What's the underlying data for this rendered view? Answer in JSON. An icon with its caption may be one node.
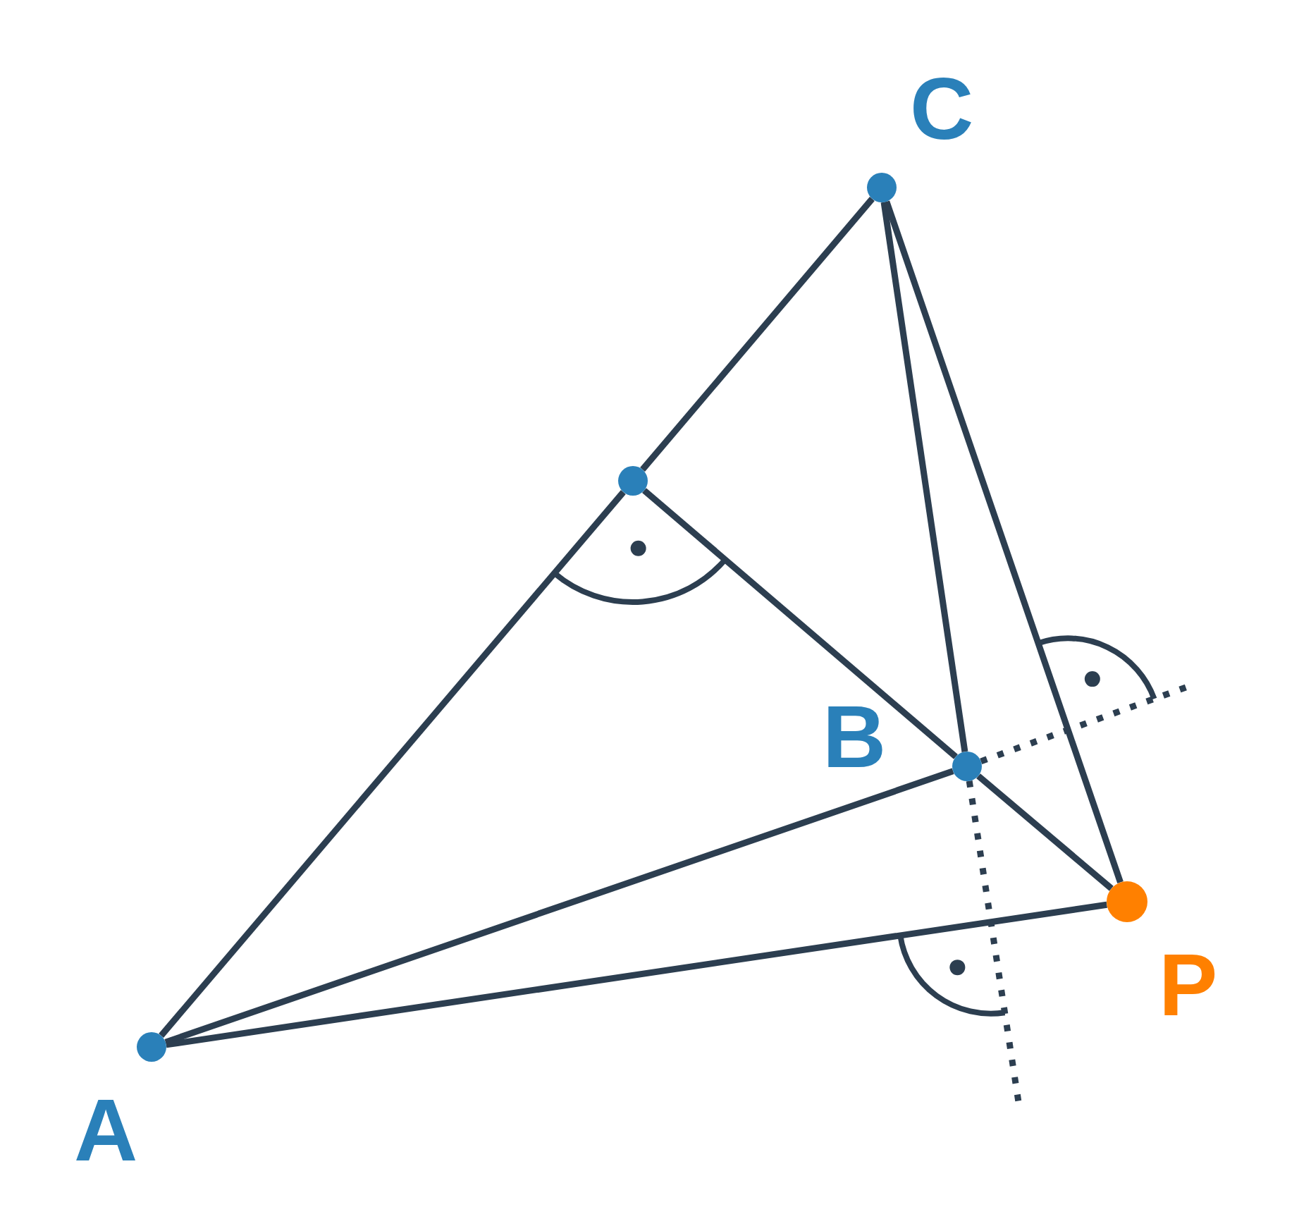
{
  "diagram": {
    "nodes": [
      {
        "text": [
          "A"
        ]
      },
      {
        "text": [
          "C"
        ]
      },
      {
        "text": [
          "B"
        ]
      },
      {
        "text": [
          "P"
        ]
      },
      {
        "text": [],
        "shape": "circle"
      }
    ],
    "edges": [
      {
        "from": 0,
        "to": 4,
        "arrow": "none"
      },
      {
        "from": 4,
        "to": 1,
        "arrow": "none"
      },
      {
        "from": 4,
        "to": 2,
        "arrow": "none"
      },
      {
        "from": 2,
        "to": 3,
        "arrow": "none"
      },
      {
        "from": 1,
        "to": 2,
        "arrow": "none"
      },
      {
        "from": 1,
        "to": 3,
        "arrow": "none"
      },
      {
        "from": 0,
        "to": 2,
        "arrow": "none"
      },
      {
        "from": 0,
        "to": 3,
        "arrow": "none"
      },
      {
        "from": 2,
        "to": null,
        "arrow": "none",
        "style": "dashed"
      },
      {
        "from": 2,
        "to": null,
        "arrow": "none",
        "style": "dashed"
      }
    ]
  }
}
